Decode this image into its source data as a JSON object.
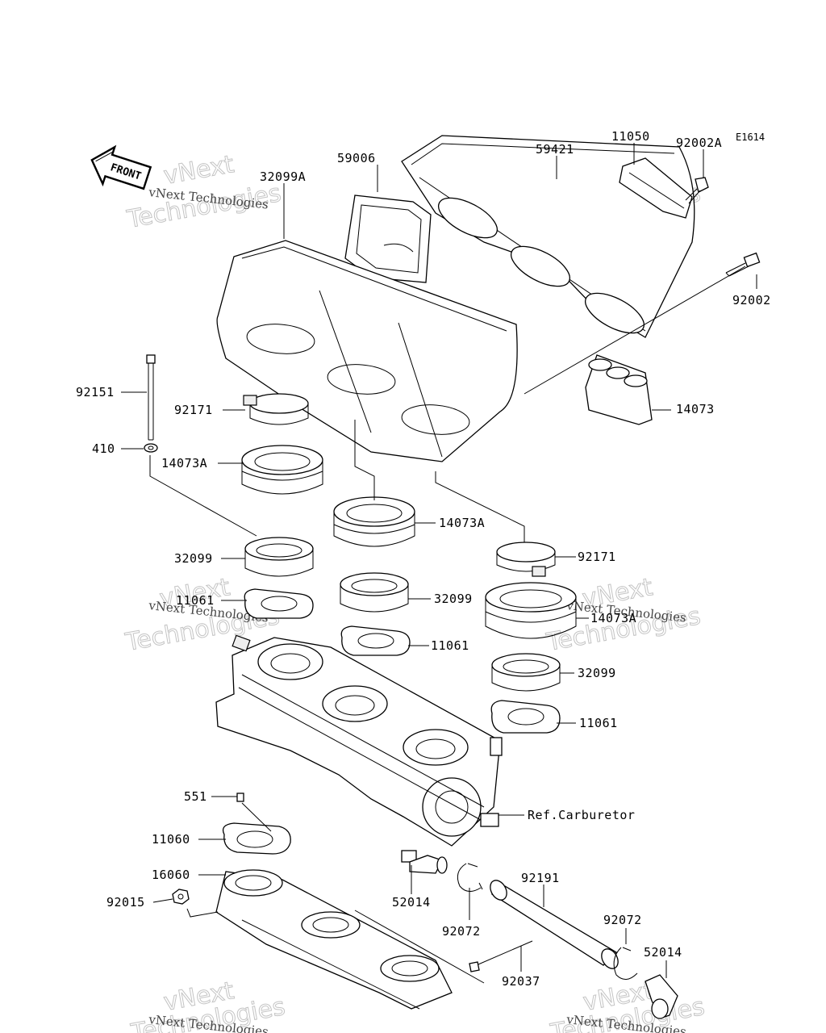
{
  "diagram_code": "E1614",
  "front_arrow_label": "FRONT",
  "watermark": {
    "line1": "vNext",
    "line2": "Technologies",
    "caption": "vNext Technologies"
  },
  "parts": {
    "p59006": "59006",
    "p59421": "59421",
    "p11050": "11050",
    "p92002A": "92002A",
    "p32099A": "32099A",
    "p92002": "92002",
    "p92151": "92151",
    "p92171a": "92171",
    "p14073": "14073",
    "p410": "410",
    "p14073A_a": "14073A",
    "p14073A_b": "14073A",
    "p32099_a": "32099",
    "p92171_b": "92171",
    "p11061_a": "11061",
    "p32099_b": "32099",
    "p14073A_c": "14073A",
    "p11061_b": "11061",
    "p32099_c": "32099",
    "p11061_c": "11061",
    "p551": "551",
    "p_ref_carb": "Ref.Carburetor",
    "p11060": "11060",
    "p16060": "16060",
    "p92015": "92015",
    "p52014_a": "52014",
    "p92072_a": "92072",
    "p92191": "92191",
    "p92072_b": "92072",
    "p52014_b": "52014",
    "p92037": "92037"
  }
}
